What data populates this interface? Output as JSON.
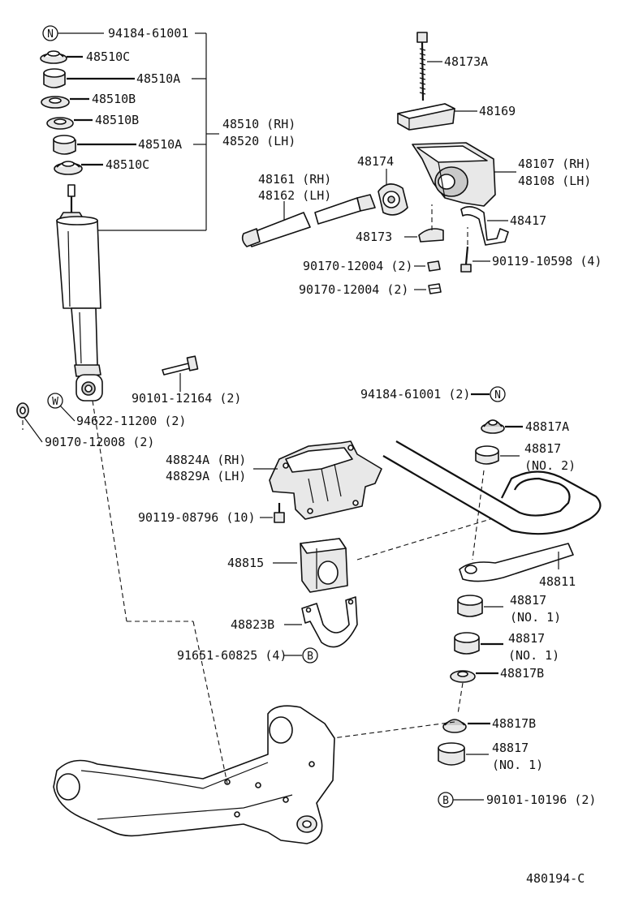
{
  "labels": {
    "p_n_9418461001": "94184-61001",
    "p_48510c_top": "48510C",
    "p_48510a_top": "48510A",
    "p_48510b_1": "48510B",
    "p_48510b_2": "48510B",
    "p_48510a_2": "48510A",
    "p_48510c_2": "48510C",
    "p_48510_rh": "48510 (RH)",
    "p_48520_lh": "48520 (LH)",
    "p_48173a": "48173A",
    "p_48169": "48169",
    "p_48174": "48174",
    "p_48107_rh": "48107 (RH)",
    "p_48108_lh": "48108 (LH)",
    "p_48161_rh": "48161 (RH)",
    "p_48162_lh": "48162 (LH)",
    "p_48417": "48417",
    "p_48173": "48173",
    "p_90170_12004_a": "90170-12004 (2)",
    "p_90170_12004_b": "90170-12004 (2)",
    "p_90119_10598": "90119-10598 (4)",
    "p_90101_12164": "90101-12164 (2)",
    "p_94622_11200": "94622-11200 (2)",
    "p_90170_12008": "90170-12008 (2)",
    "p_94184_61001_2": "94184-61001 (2)",
    "p_48817a": "48817A",
    "p_48817_no2_a": "48817",
    "p_48817_no2_b": "(NO. 2)",
    "p_48824a_rh": "48824A (RH)",
    "p_48829a_lh": "48829A (LH)",
    "p_90119_08796": "90119-08796 (10)",
    "p_48815": "48815",
    "p_48811": "48811",
    "p_48817_no1_1a": "48817",
    "p_48817_no1_1b": "(NO. 1)",
    "p_48823b": "48823B",
    "p_48817_no1_2a": "48817",
    "p_48817_no1_2b": "(NO. 1)",
    "p_91651_60825": "91651-60825 (4)",
    "p_48817b_1": "48817B",
    "p_48817b_2": "48817B",
    "p_48817_no1_3a": "48817",
    "p_48817_no1_3b": "(NO. 1)",
    "p_90101_10196": "90101-10196 (2)",
    "figure_code": "480194-C"
  },
  "markers": {
    "n_1": "N",
    "n_2": "N",
    "w_1": "W",
    "b_1": "B",
    "b_2": "B"
  }
}
